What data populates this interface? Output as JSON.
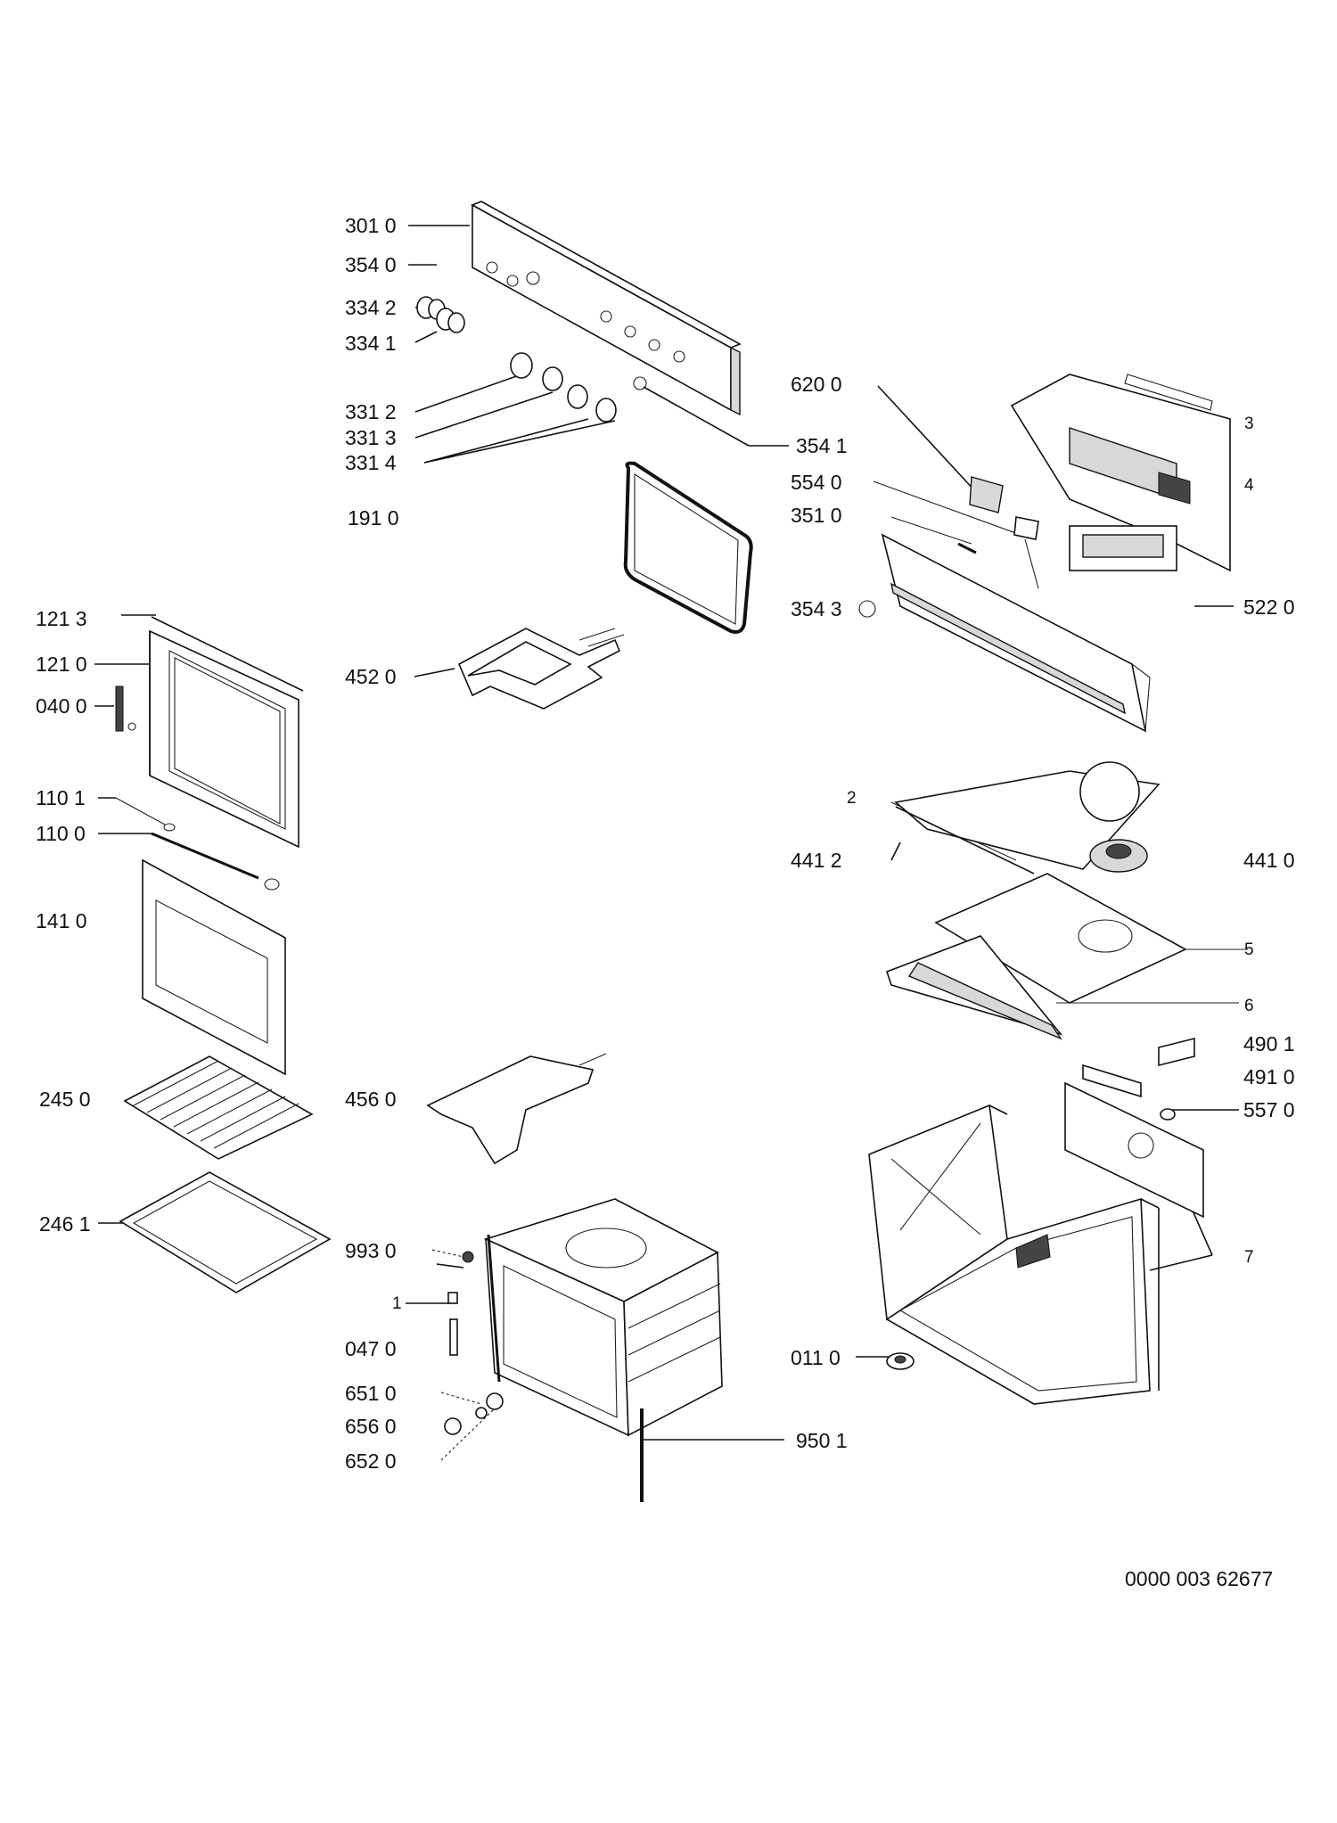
{
  "labels": {
    "l3010": "301 0",
    "l3540": "354 0",
    "l3342": "334 2",
    "l3341": "334 1",
    "l3312": "331 2",
    "l3313": "331 3",
    "l3314": "331 4",
    "l1910": "191 0",
    "l3541": "354 1",
    "l6200": "620 0",
    "l5540": "554 0",
    "l3510": "351 0",
    "l3543": "354 3",
    "l5220": "522 0",
    "l3": "3",
    "l4": "4",
    "l1213": "121 3",
    "l1210": "121 0",
    "l0400": "040 0",
    "l4520": "452 0",
    "l1101": "110 1",
    "l1100": "110 0",
    "l2": "2",
    "l4412": "441 2",
    "l4410": "441 0",
    "l1410": "141 0",
    "l5": "5",
    "l6": "6",
    "l4901": "490 1",
    "l4910": "491 0",
    "l5570": "557 0",
    "l2450": "245 0",
    "l4560": "456 0",
    "l2461": "246 1",
    "l9930": "993 0",
    "l1": "1",
    "l0470": "047 0",
    "l7": "7",
    "l0110": "011 0",
    "l6510": "651 0",
    "l6560": "656 0",
    "l6520": "652 0",
    "l9501": "950 1",
    "docnum": "0000 003 62677"
  }
}
